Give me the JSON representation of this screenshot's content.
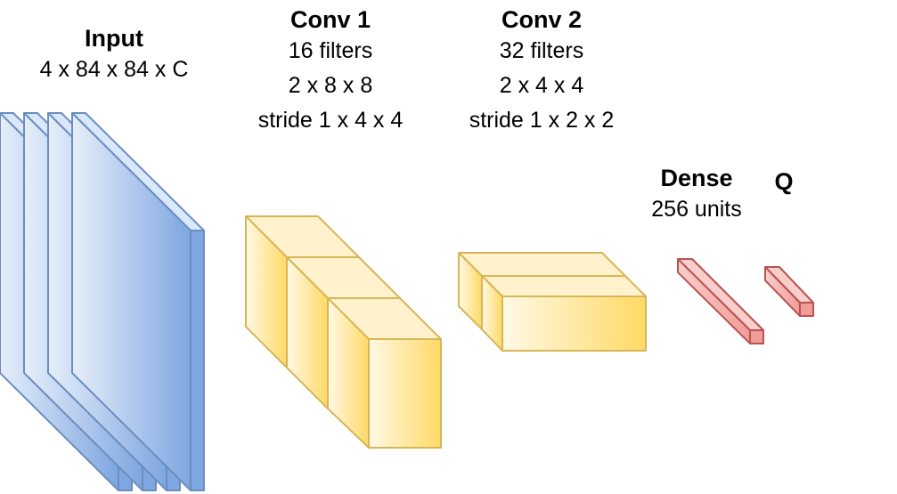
{
  "colors": {
    "input_stroke": "#6c8ebf",
    "input_light": "#e6eefa",
    "input_dark": "#7ea6e0",
    "conv_stroke": "#d6b656",
    "conv_light": "#fff9e6",
    "conv_dark": "#ffd966",
    "dense_stroke": "#b85450",
    "dense_fill": "#f19c99",
    "dense_light": "#f8cecc"
  },
  "input": {
    "title": "Input",
    "lines": [
      "4 x 84 x 84 x C"
    ]
  },
  "conv1": {
    "title": "Conv 1",
    "lines": [
      "16 filters",
      "2 x 8 x 8",
      "stride 1 x 4 x 4"
    ]
  },
  "conv2": {
    "title": "Conv 2",
    "lines": [
      "32 filters",
      "2 x 4 x 4",
      "stride 1 x 2 x 2"
    ]
  },
  "dense": {
    "title": "Dense",
    "lines": [
      "256 units"
    ]
  },
  "q": {
    "title": "Q"
  }
}
